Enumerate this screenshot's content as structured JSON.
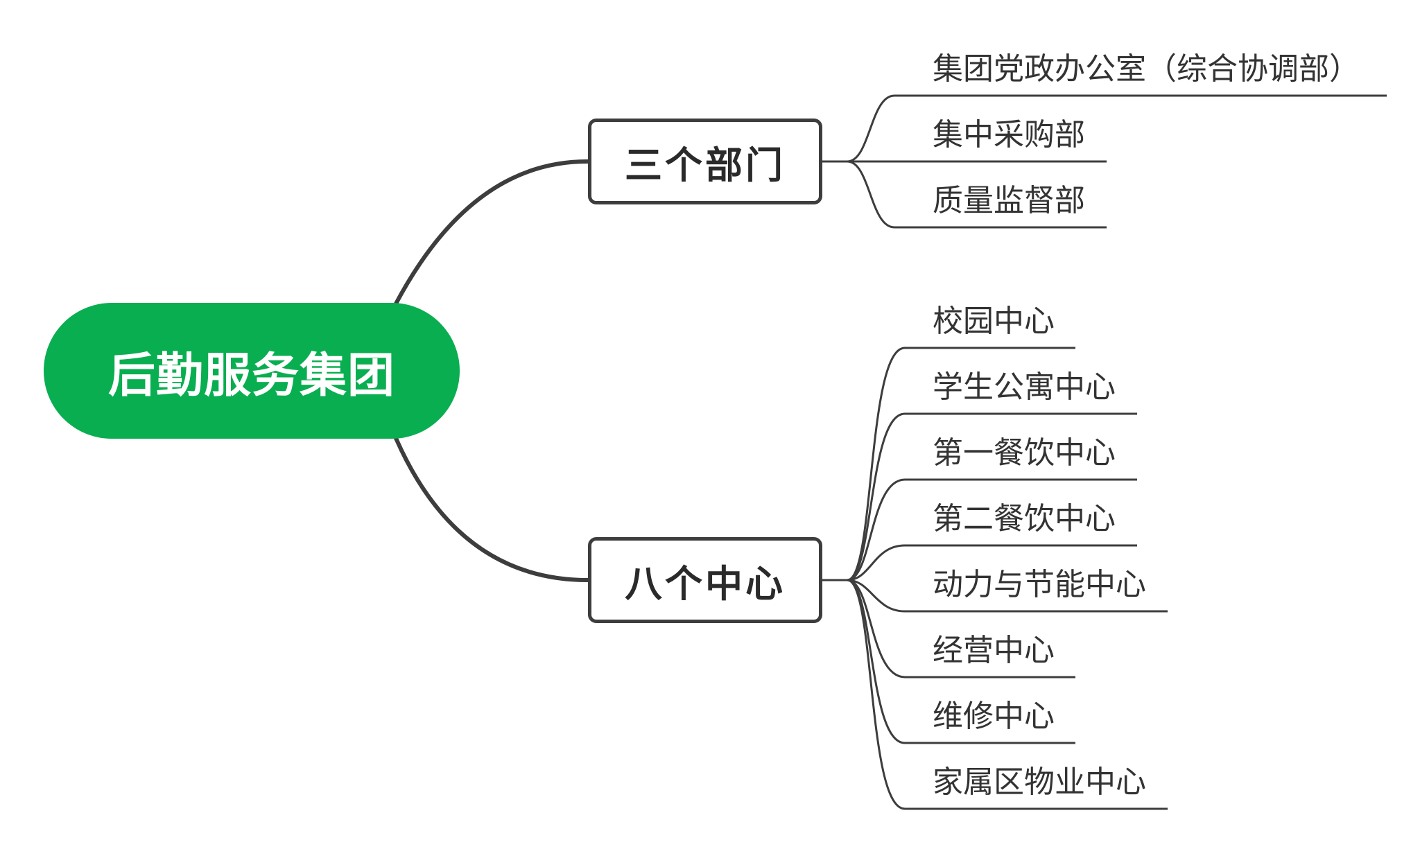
{
  "root": {
    "label": "后勤服务集团"
  },
  "branches": [
    {
      "label": "三个部门",
      "children": [
        "集团党政办公室（综合协调部）",
        "集中采购部",
        "质量监督部"
      ]
    },
    {
      "label": "八个中心",
      "children": [
        "校园中心",
        "学生公寓中心",
        "第一餐饮中心",
        "第二餐饮中心",
        "动力与节能中心",
        "经营中心",
        "维修中心",
        "家属区物业中心"
      ]
    }
  ],
  "colors": {
    "root_fill": "#08ae50",
    "root_text": "#ffffff",
    "branch_border": "#3d3d3d",
    "line": "#3d3d3d"
  }
}
